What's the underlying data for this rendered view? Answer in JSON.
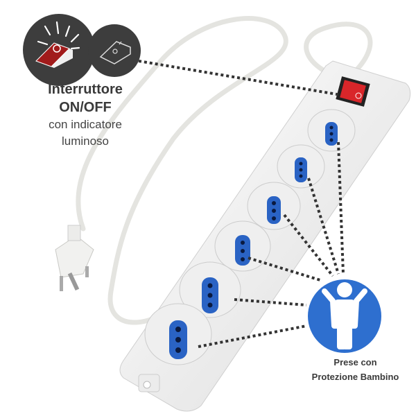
{
  "switch_callout": {
    "title_line1": "Interruttore",
    "title_line2": "ON/OFF",
    "subtitle_line1": "con indicatore",
    "subtitle_line2": "luminoso",
    "icons": [
      "switch-on-lit-icon",
      "switch-off-icon"
    ],
    "icon_bg_color": "#3d3d3d",
    "switch_red": "#a11b1b"
  },
  "child_callout": {
    "line1": "Prese con",
    "line2": "Protezione Bambino",
    "icon": "child-icon",
    "circle_color": "#2e6fcf"
  },
  "product": {
    "name": "power-strip",
    "sockets": 6,
    "socket_insert_color": "#2a63c4",
    "switch_color": "#d9262a"
  }
}
